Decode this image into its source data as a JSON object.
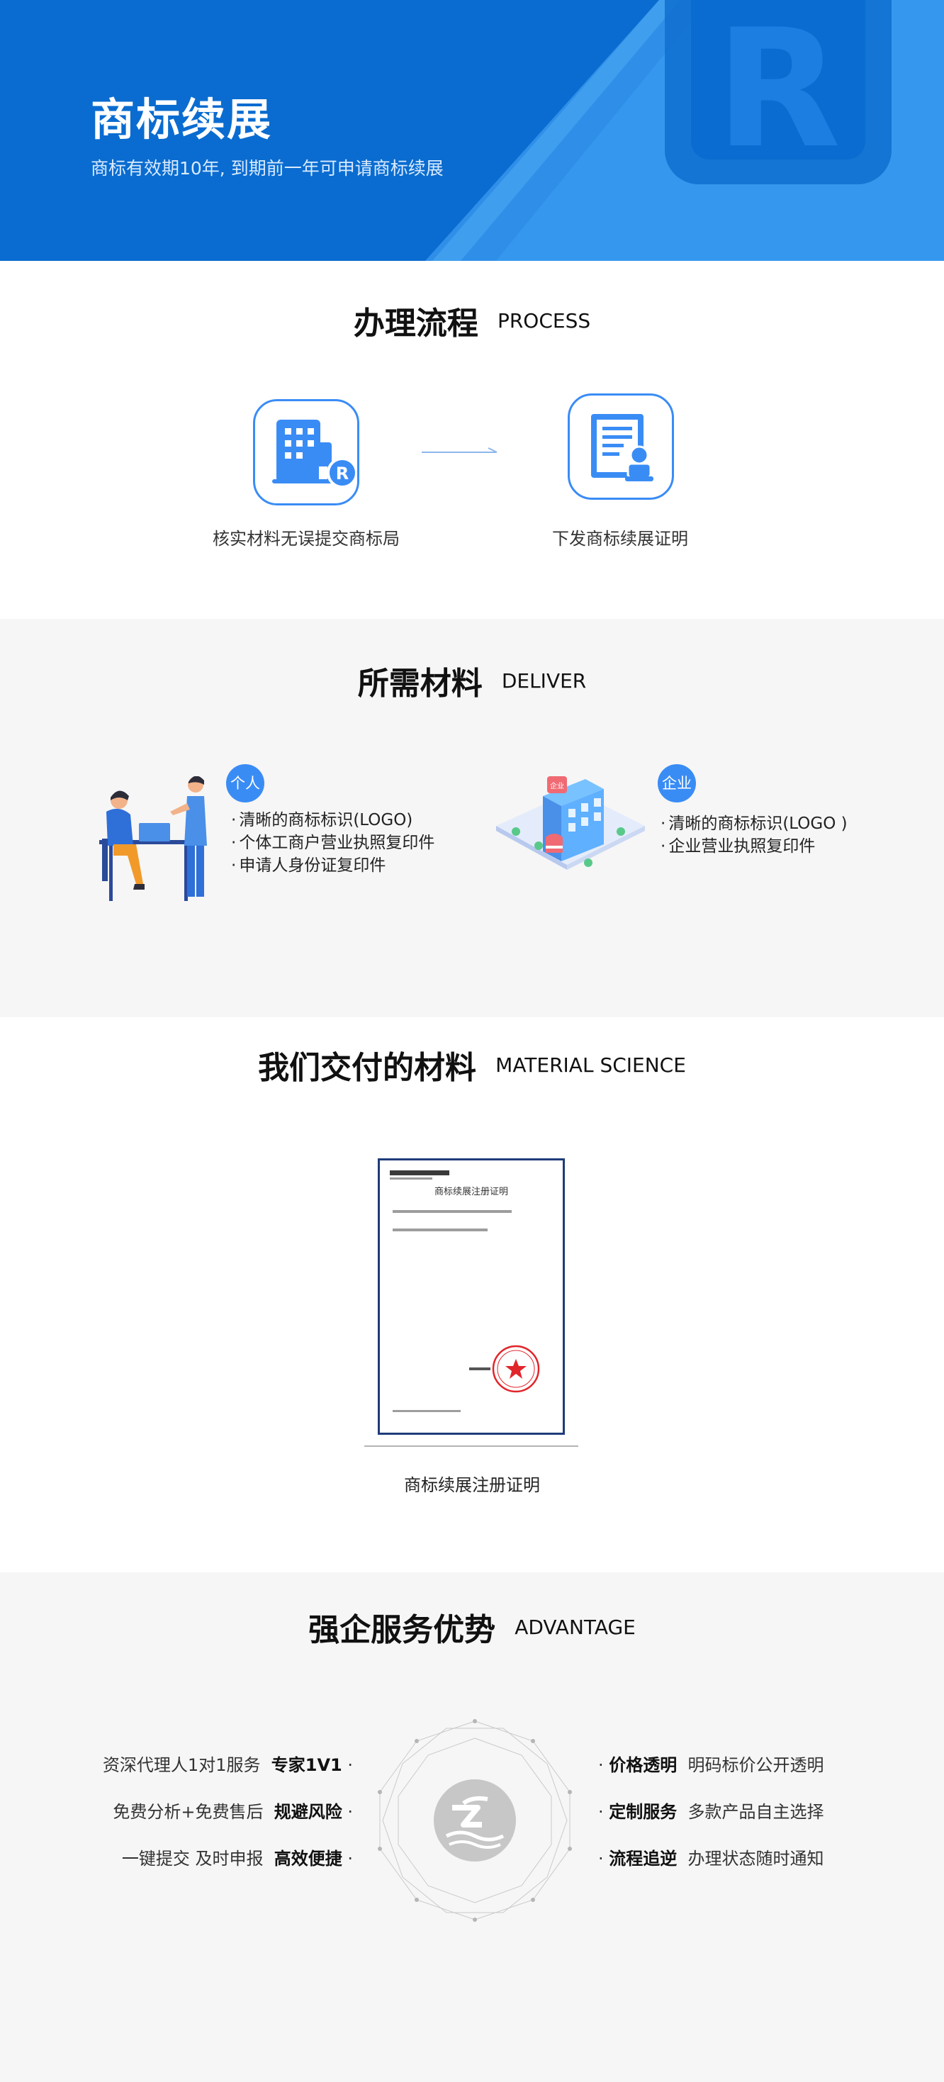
{
  "hero": {
    "title": "商标续展",
    "subtitle": "商标有效期10年, 到期前一年可申请商标续展",
    "logo_letter": "R"
  },
  "process": {
    "title_zh": "办理流程",
    "title_en": "PROCESS",
    "steps": [
      {
        "label": "核实材料无误提交商标局",
        "icon": "building-r-icon"
      },
      {
        "label": "下发商标续展证明",
        "icon": "certificate-icon"
      }
    ]
  },
  "deliver": {
    "title_zh": "所需材料",
    "title_en": "DELIVER",
    "groups": [
      {
        "badge": "个人",
        "items": [
          "清晰的商标标识(LOGO)",
          "个体工商户营业执照复印件",
          "申请人身份证复印件"
        ]
      },
      {
        "badge": "企业",
        "items": [
          "清晰的商标标识(LOGO )",
          "企业营业执照复印件"
        ]
      }
    ]
  },
  "material": {
    "title_zh": "我们交付的材料",
    "title_en": "MATERIAL SCIENCE",
    "caption": "商标续展注册证明",
    "doc_title": "商标续展注册证明"
  },
  "advantage": {
    "title_zh": "强企服务优势",
    "title_en": "ADVANTAGE",
    "left": [
      {
        "text": "资深代理人1对1服务",
        "strong": "专家1V1"
      },
      {
        "text": "免费分析+免费售后",
        "strong": "规避风险"
      },
      {
        "text": "一键提交 及时申报",
        "strong": "高效便捷"
      }
    ],
    "right": [
      {
        "strong": "价格透明",
        "text": "明码标价公开透明"
      },
      {
        "strong": "定制服务",
        "text": "多款产品自主选择"
      },
      {
        "strong": "流程追逆",
        "text": "办理状态随时通知"
      }
    ]
  },
  "colors": {
    "brand_blue": "#0a6cd0",
    "accent_blue": "#3a8cf5",
    "light_bg": "#f6f6f6",
    "seal_red": "#e0262b"
  }
}
